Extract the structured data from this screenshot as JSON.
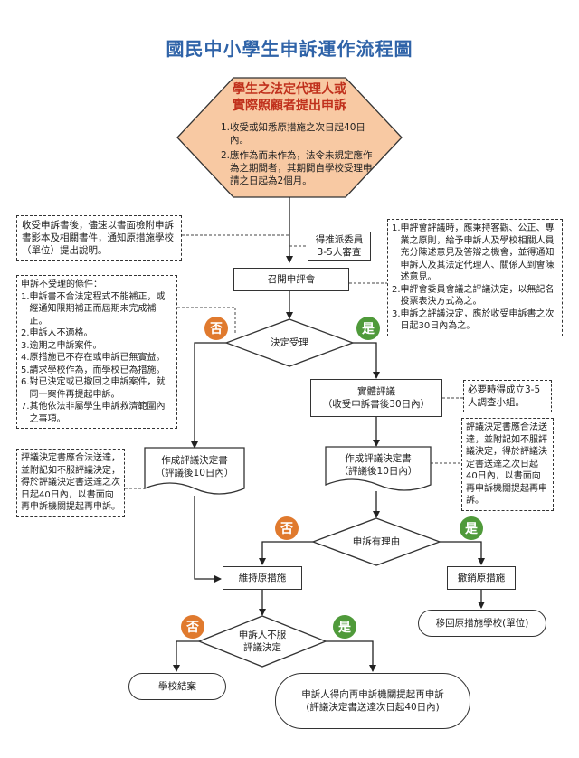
{
  "title": "國民中小學生申訴運作流程圖",
  "start": {
    "heading": "學生之法定代理人或\n實際照顧者提出申訴",
    "item1_num": "1.",
    "item1": "收受或知悉原措施之次日起40日內。",
    "item2_num": "2.",
    "item2": "應作為而未作為，法令未規定應作為之期間者，其期間自學校受理申請之日起為2個月。"
  },
  "note_receive": "收受申訴書後，儘速以書面檢附申訴書影本及相關書件，通知原措施學校（單位）提出說明。",
  "appoint": "得推派委員\n3-5人審查",
  "note_review": {
    "items": [
      {
        "num": "1.",
        "text": "申評會評議時，應秉持客觀、公正、專業之原則，給予申訴人及學校相關人員充分陳述意見及答辯之機會，並得通知申訴人及其法定代理人、關係人到會陳述意見。"
      },
      {
        "num": "2.",
        "text": "申評會委員會議之評議決定，以無記名投票表決方式為之。"
      },
      {
        "num": "3.",
        "text": "申訴之評議決定，應於收受申訴書之次日起30日內為之。"
      }
    ]
  },
  "meeting": "召開申評會",
  "note_reject": {
    "heading": "申訴不受理的條件：",
    "items": [
      {
        "num": "1.",
        "text": "申訴書不合法定程式不能補正，或經通知限期補正而屆期未完成補正。"
      },
      {
        "num": "2.",
        "text": "申訴人不適格。"
      },
      {
        "num": "3.",
        "text": "逾期之申訴案件。"
      },
      {
        "num": "4.",
        "text": "原措施已不存在或申訴已無實益。"
      },
      {
        "num": "5.",
        "text": "請求學校作為，而學校已為措施。"
      },
      {
        "num": "6.",
        "text": "對已決定或已撤回之申訴案件，就同一案件再提起申訴。"
      },
      {
        "num": "7.",
        "text": "其他依法非屬學生申訴救濟範圍內之事項。"
      }
    ]
  },
  "accept": {
    "label": "決定受理",
    "no": "否",
    "yes": "是"
  },
  "substantive": "實體評議\n（收受申訴書後30日內）",
  "note_panel": "必要時得成立3-5人調查小組。",
  "decision_left": "作成評議決定書\n（評議後10日內）",
  "decision_right": "作成評議決定書\n（評議後10日內）",
  "note_left_appeal": "評議決定書應合法送達，並附記如不服評議決定，得於評議決定書送達之次日起40日內，以書面向再申訴機關提起再申訴。",
  "note_right_appeal": "評議決定書應合法送達，並附記如不服評議決定，得於評議決定書送達之次日起40日內，以書面向再申訴機關提起再申訴。",
  "merit": {
    "label": "申訴有理由",
    "no": "否",
    "yes": "是"
  },
  "maintain": "維持原措施",
  "revoke": "撤銷原措施",
  "transfer": "移回原措施學校(單位)",
  "dissatisfied": {
    "label": "申訴人不服\n評議決定",
    "no": "否",
    "yes": "是"
  },
  "end_school": "學校結案",
  "end_reappeal": "申訴人得向再申訴機關提起再申訴\n(評議決定書送達次日起40日內)"
}
